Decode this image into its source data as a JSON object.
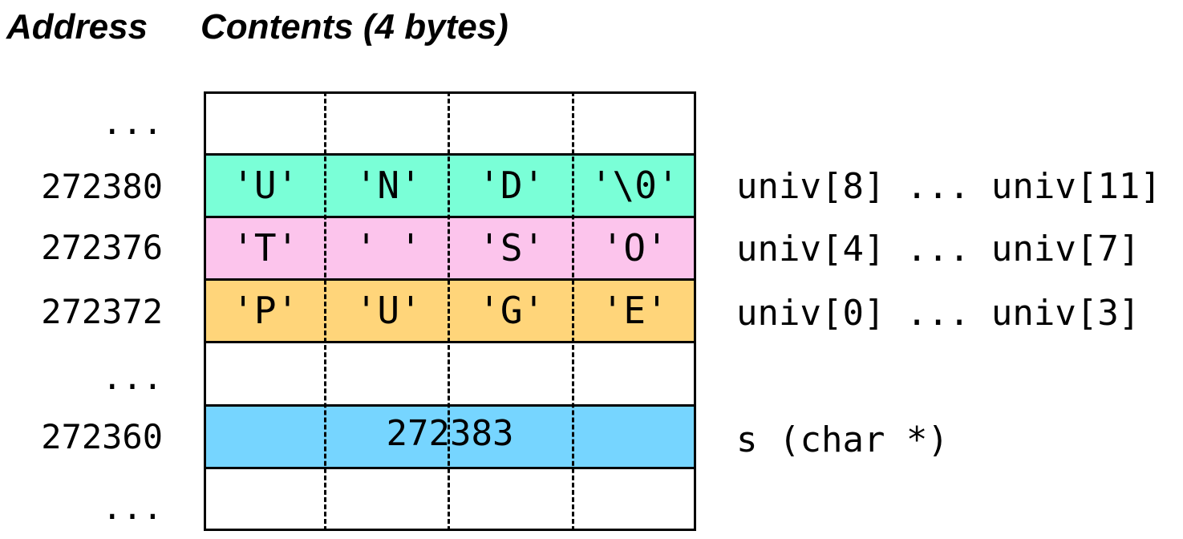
{
  "header": {
    "address": "Address",
    "contents": "Contents (4 bytes)"
  },
  "rows": [
    {
      "address": "...",
      "cells": [
        "",
        "",
        "",
        ""
      ],
      "label": "",
      "color": "#ffffff"
    },
    {
      "address": "272380",
      "cells": [
        "'U'",
        "'N'",
        "'D'",
        "'\\0'"
      ],
      "label": "univ[8] ... univ[11]",
      "color": "#7affd7"
    },
    {
      "address": "272376",
      "cells": [
        "'T'",
        "' '",
        "'S'",
        "'O'"
      ],
      "label": "univ[4] ... univ[7]",
      "color": "#fcc4ec"
    },
    {
      "address": "272372",
      "cells": [
        "'P'",
        "'U'",
        "'G'",
        "'E'"
      ],
      "label": "univ[0] ... univ[3]",
      "color": "#ffd57a"
    },
    {
      "address": "...",
      "cells": [
        "",
        "",
        "",
        ""
      ],
      "label": "",
      "color": "#ffffff"
    },
    {
      "address": "272360",
      "value": "272383",
      "label": "s (char *)",
      "color": "#76d5ff"
    },
    {
      "address": "...",
      "cells": [
        "",
        "",
        "",
        ""
      ],
      "label": "",
      "color": "#ffffff"
    }
  ]
}
